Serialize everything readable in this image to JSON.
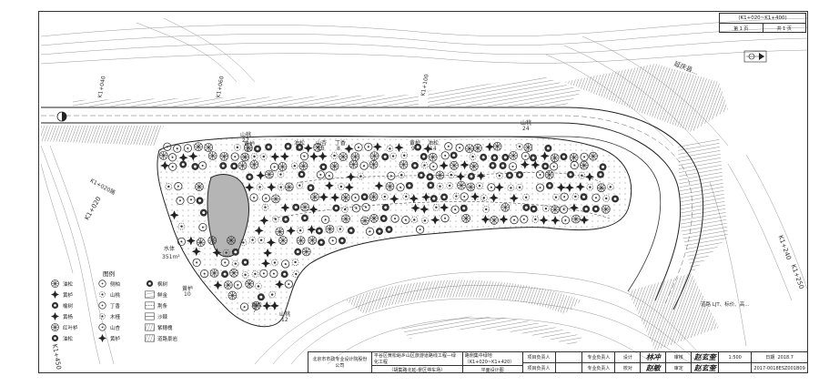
{
  "sheet": {
    "range_label": "(K1+020~K1+400)",
    "page_current_label": "第 1 页",
    "page_total_label": "共 1 页"
  },
  "road": {
    "stations": [
      "K1+040",
      "K1+060",
      "K1+100",
      "K1+020",
      "K1+240",
      "K1+250",
      "K1+450"
    ],
    "road_label": "延庆县...",
    "leftroad_label": "K1+020路"
  },
  "plants": [
    {
      "label": "山桃",
      "num": "27"
    },
    {
      "label": "黄栌",
      "num": "10"
    },
    {
      "label": "油松",
      "num": "8"
    },
    {
      "label": "山杏",
      "num": "13"
    },
    {
      "label": "丁香",
      "num": "8"
    },
    {
      "label": "黄栌",
      "num": "9"
    },
    {
      "label": "油松",
      "num": "14"
    },
    {
      "label": "山桃",
      "num": "24"
    },
    {
      "label": "黄栌",
      "num": "10"
    },
    {
      "label": "油松",
      "num": "7"
    },
    {
      "label": "山桃",
      "num": "12"
    }
  ],
  "pond": {
    "label": "水体",
    "area": "351m²"
  },
  "legend": {
    "title": "图例",
    "items": [
      {
        "label": "油松"
      },
      {
        "label": "侧柏"
      },
      {
        "label": "枫树"
      },
      {
        "label": "黄栌"
      },
      {
        "label": "山桃"
      },
      {
        "label": "鲜金"
      },
      {
        "label": "榆树"
      },
      {
        "label": "丁香"
      },
      {
        "label": "荆条"
      },
      {
        "label": "黄杨"
      },
      {
        "label": "木槿"
      },
      {
        "label": "沙棘"
      },
      {
        "label": "红叶栌"
      },
      {
        "label": "山杏"
      },
      {
        "label": "紫穗槐"
      },
      {
        "label": "油松"
      },
      {
        "label": "黄栌"
      },
      {
        "label": "道路景岩"
      }
    ]
  },
  "title_block": {
    "company": "北京市市政专业设计院股份公司",
    "project": "平谷区黄松峪乡山区旅游道路线工程—绿化工程",
    "project_sub": "（胡集路北延-景区停车场）",
    "drawing_name": "路侧集中绿地（K1+020~K1+420）",
    "drawing_type": "平面设计图",
    "role1": "项目负责人",
    "role2": "项目负责人",
    "role3": "专业负责人",
    "role4": "专业负责人",
    "designer_label": "设计",
    "checker_label": "校对",
    "reviewer_label": "审核",
    "approver_label": "审定",
    "sig1": "林冲",
    "sig2": "赵敏",
    "sig3": "赵玄奎",
    "sig4": "赵玄奎",
    "scale": "1:500",
    "date_label": "日期",
    "date_value": "2018.7",
    "drawing_no": "2017-0018ESZ001B09"
  },
  "annotation_right": "道路 LJT、标价、高..."
}
